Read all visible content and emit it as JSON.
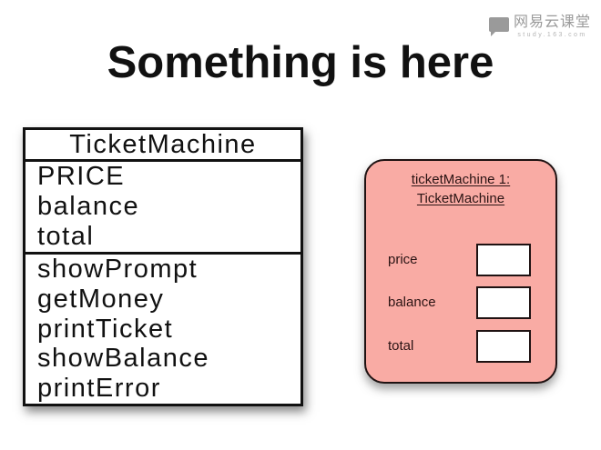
{
  "slide": {
    "title": "Something is here"
  },
  "logo": {
    "brand": "网易云课堂",
    "subtext": "study.163.com"
  },
  "class_diagram": {
    "name": "TicketMachine",
    "fields": [
      "PRICE",
      "balance",
      "total"
    ],
    "methods": [
      "showPrompt",
      "getMoney",
      "printTicket",
      "showBalance",
      "printError"
    ]
  },
  "object_diagram": {
    "name_line1": "ticketMachine 1:",
    "name_line2": "TicketMachine",
    "fields": [
      {
        "label": "price",
        "value": ""
      },
      {
        "label": "balance",
        "value": ""
      },
      {
        "label": "total",
        "value": ""
      }
    ]
  },
  "colors": {
    "object_fill": "#F9ABA4",
    "object_border": "#1f1212",
    "text": "#111111",
    "logo_gray": "#9a9a9a"
  }
}
